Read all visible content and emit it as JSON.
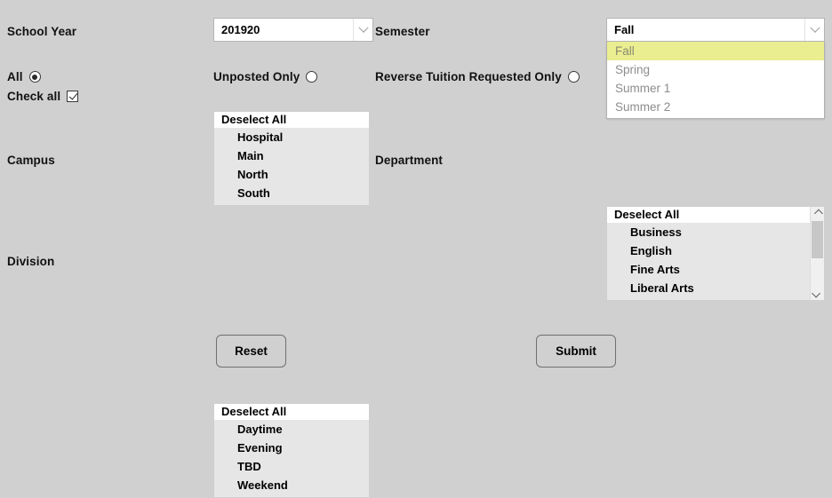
{
  "form": {
    "school_year": {
      "label": "School Year",
      "value": "201920",
      "arrow_icon": "chevron-down-icon"
    },
    "semester": {
      "label": "Semester",
      "value": "Fall",
      "arrow_icon": "chevron-down-icon",
      "expanded": true,
      "options": [
        {
          "label": "Fall",
          "selected": true
        },
        {
          "label": "Spring",
          "selected": false
        },
        {
          "label": "Summer 1",
          "selected": false
        },
        {
          "label": "Summer 2",
          "selected": false
        }
      ]
    },
    "filters": {
      "all": {
        "label": "All",
        "checked": true
      },
      "check_all": {
        "label": "Check all",
        "checked": true
      },
      "unposted_only": {
        "label": "Unposted Only",
        "checked": false
      },
      "reverse_tuition": {
        "label": "Reverse Tuition Requested Only",
        "checked": false
      }
    },
    "campus": {
      "label": "Campus",
      "deselect_label": "Deselect All",
      "items": [
        "Hospital",
        "Main",
        "North",
        "South"
      ]
    },
    "department": {
      "label": "Department",
      "deselect_label": "Deselect All",
      "items": [
        "Business",
        "English",
        "Fine Arts",
        "Liberal Arts"
      ],
      "scrollbar": {
        "up_icon": "scroll-up-arrow-icon",
        "down_icon": "scroll-down-arrow-icon"
      }
    },
    "division": {
      "label": "Division",
      "deselect_label": "Deselect All",
      "items": [
        "Daytime",
        "Evening",
        "TBD",
        "Weekend"
      ]
    },
    "buttons": {
      "reset": "Reset",
      "submit": "Submit"
    }
  },
  "colors": {
    "page_background": "#d0d0d0",
    "listbox_background": "#e6e6e6",
    "dropdown_highlight": "#eaee90",
    "input_background": "#ffffff"
  }
}
